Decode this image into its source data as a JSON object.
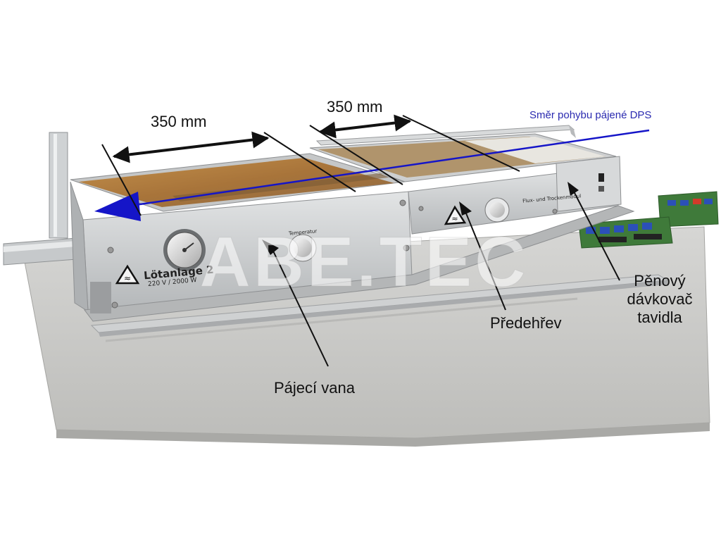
{
  "labels": {
    "dim_left": "350 mm",
    "dim_right": "350 mm",
    "direction": "Směr pohybu pájené DPS",
    "solder_bath": "Pájecí vana",
    "preheat": "Předehřev",
    "flux_line1": "Pěnový",
    "flux_line2": "dávkovač",
    "flux_line3": "tavidla"
  },
  "machine": {
    "name": "Lötanlage 2",
    "rating": "220 V / 2000 W",
    "dial_label": "Temperatur",
    "flux_module": "Flux- und Trockenmodul"
  },
  "watermark": "ABE.TEC",
  "colors": {
    "arrow_blue": "#1515c8",
    "direction_text": "#2a2ab0",
    "steel": "#c9ccce",
    "solder_copper": "#b9823e",
    "pcb_green": "#3f7a3a"
  }
}
